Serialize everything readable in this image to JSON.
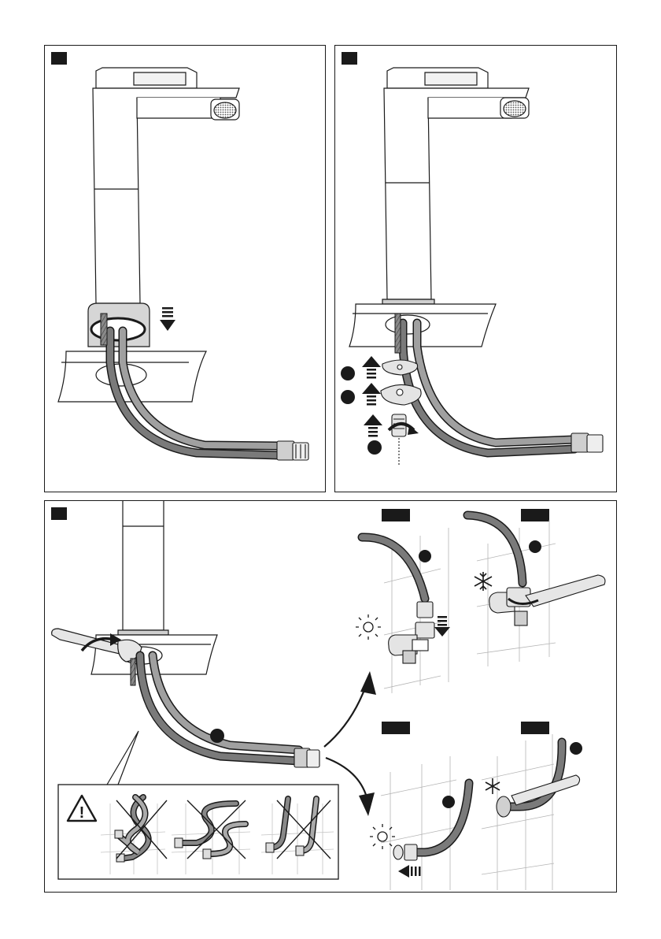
{
  "figure": {
    "panels": [
      {
        "id": "step-1",
        "label": ""
      },
      {
        "id": "step-2",
        "label": ""
      },
      {
        "id": "step-3",
        "label": ""
      }
    ],
    "connection_variants": [
      {
        "id": "warm-upper",
        "label": "",
        "symbol": "sun-icon"
      },
      {
        "id": "cold-upper",
        "label": "",
        "symbol": "snowflake-icon"
      },
      {
        "id": "warm-lower",
        "label": "",
        "symbol": "sun-icon"
      },
      {
        "id": "cold-lower",
        "label": "",
        "symbol": "snowflake-icon"
      }
    ],
    "warning": {
      "symbol": "warning-triangle-icon",
      "symbol_text": "!"
    }
  },
  "colors": {
    "line": "#1a1a1a",
    "hose": "#6f6f6f",
    "hose_light": "#a5a5a5",
    "tile_lines": "#b5b5b5"
  }
}
